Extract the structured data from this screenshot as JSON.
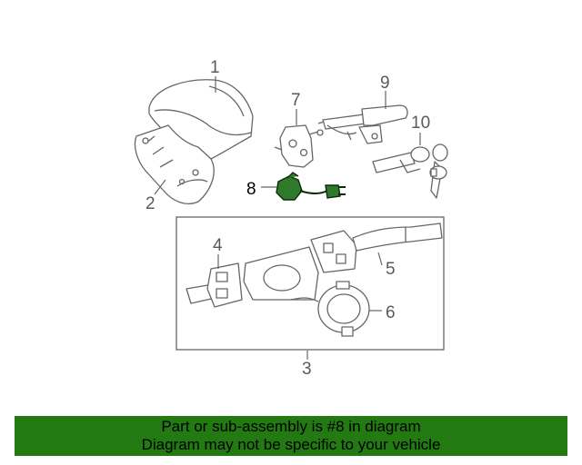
{
  "callouts": {
    "p1": "1",
    "p2": "2",
    "p3": "3",
    "p4": "4",
    "p5": "5",
    "p6": "6",
    "p7": "7",
    "p8": "8",
    "p9": "9",
    "p10": "10"
  },
  "highlight": {
    "part": "8",
    "color": "#2f7a2a"
  },
  "banner": {
    "line1": "Part or sub-assembly is #8 in diagram",
    "line2": "Diagram may not be specific to your vehicle",
    "color": "#237a13"
  }
}
